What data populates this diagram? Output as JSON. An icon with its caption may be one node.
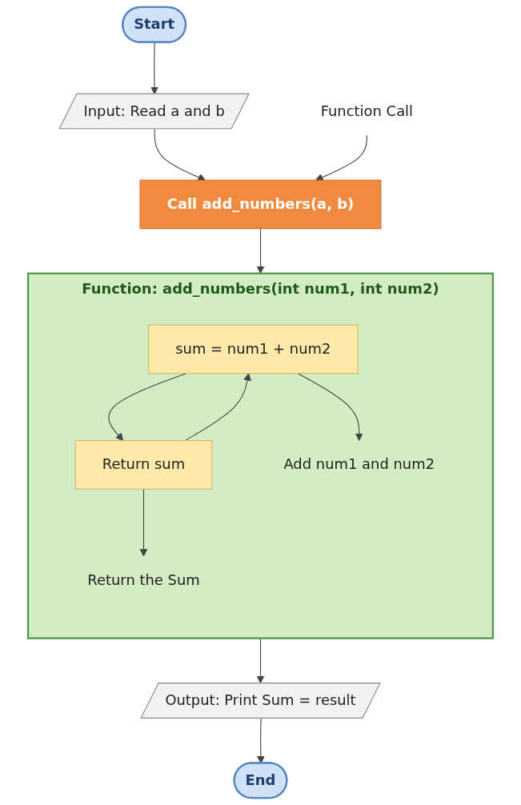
{
  "diagram": {
    "nodes": [
      {
        "text": [
          "Start"
        ]
      },
      {
        "text": [
          "Input: Read a and b"
        ]
      },
      {
        "text": [
          "Call add_numbers(a, b)"
        ]
      },
      {
        "text": [
          "Function Call"
        ]
      },
      {
        "text": [
          "Function: add_numbers(int num1, int num2)"
        ]
      },
      {
        "text": [
          "sum = num1 + num2"
        ],
        "in": 4
      },
      {
        "text": [
          "Return sum"
        ],
        "in": 4
      },
      {
        "text": [
          "Add num1 and num2"
        ],
        "in": 4
      },
      {
        "text": [
          "Return the Sum"
        ],
        "in": 4
      },
      {
        "text": [
          "Output: Print Sum = result"
        ]
      },
      {
        "text": [
          "End"
        ]
      }
    ],
    "edges": [
      {
        "from": 0,
        "to": 1,
        "arrow": "to"
      },
      {
        "from": 1,
        "to": 2,
        "arrow": "to"
      },
      {
        "from": 3,
        "to": 2,
        "arrow": "to"
      },
      {
        "from": 2,
        "to": 4,
        "arrow": "to"
      },
      {
        "from": 5,
        "to": 6,
        "arrow": "to"
      },
      {
        "from": 6,
        "to": 5,
        "arrow": "to"
      },
      {
        "from": 5,
        "to": 7,
        "arrow": "to"
      },
      {
        "from": 6,
        "to": 8,
        "arrow": "to"
      },
      {
        "from": 4,
        "to": 9,
        "arrow": "to"
      },
      {
        "from": 9,
        "to": 10,
        "arrow": "to"
      }
    ]
  }
}
